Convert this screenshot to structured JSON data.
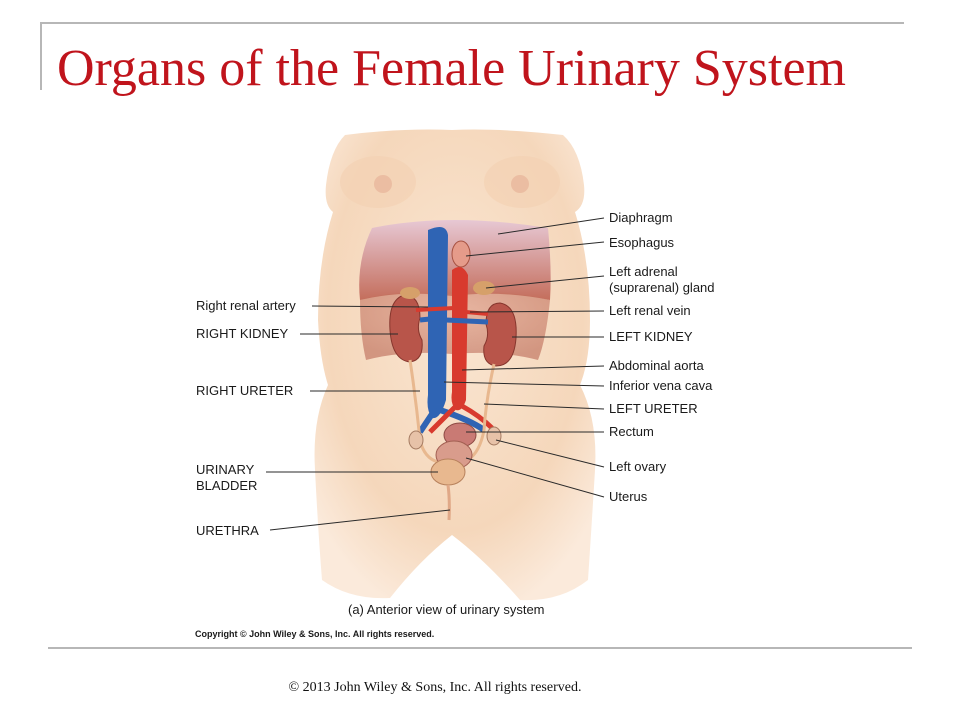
{
  "slide": {
    "title": "Organs of the Female Urinary System",
    "footer": "© 2013 John Wiley & Sons, Inc. All rights reserved."
  },
  "figure": {
    "caption": "(a) Anterior view of urinary system",
    "copyright": "Copyright © John Wiley & Sons, Inc. All rights reserved.",
    "left_labels": {
      "right_renal_artery": "Right renal artery",
      "right_kidney": "RIGHT KIDNEY",
      "right_ureter": "RIGHT URETER",
      "urinary_bladder_1": "URINARY",
      "urinary_bladder_2": "BLADDER",
      "urethra": "URETHRA"
    },
    "right_labels": {
      "diaphragm": "Diaphragm",
      "esophagus": "Esophagus",
      "left_adrenal_1": "Left adrenal",
      "left_adrenal_2": "(suprarenal) gland",
      "left_renal_vein": "Left renal vein",
      "left_kidney": "LEFT KIDNEY",
      "abdominal_aorta": "Abdominal aorta",
      "inferior_vena_cava": "Inferior vena cava",
      "left_ureter": "LEFT URETER",
      "rectum": "Rectum",
      "left_ovary": "Left ovary",
      "uterus": "Uterus"
    }
  },
  "colors": {
    "title": "#c0141c",
    "skin": "#f6dcc2",
    "muscle": "#c8735f",
    "vein": "#2f64b4",
    "artery": "#d83a2e",
    "kidney": "#b8554a"
  }
}
